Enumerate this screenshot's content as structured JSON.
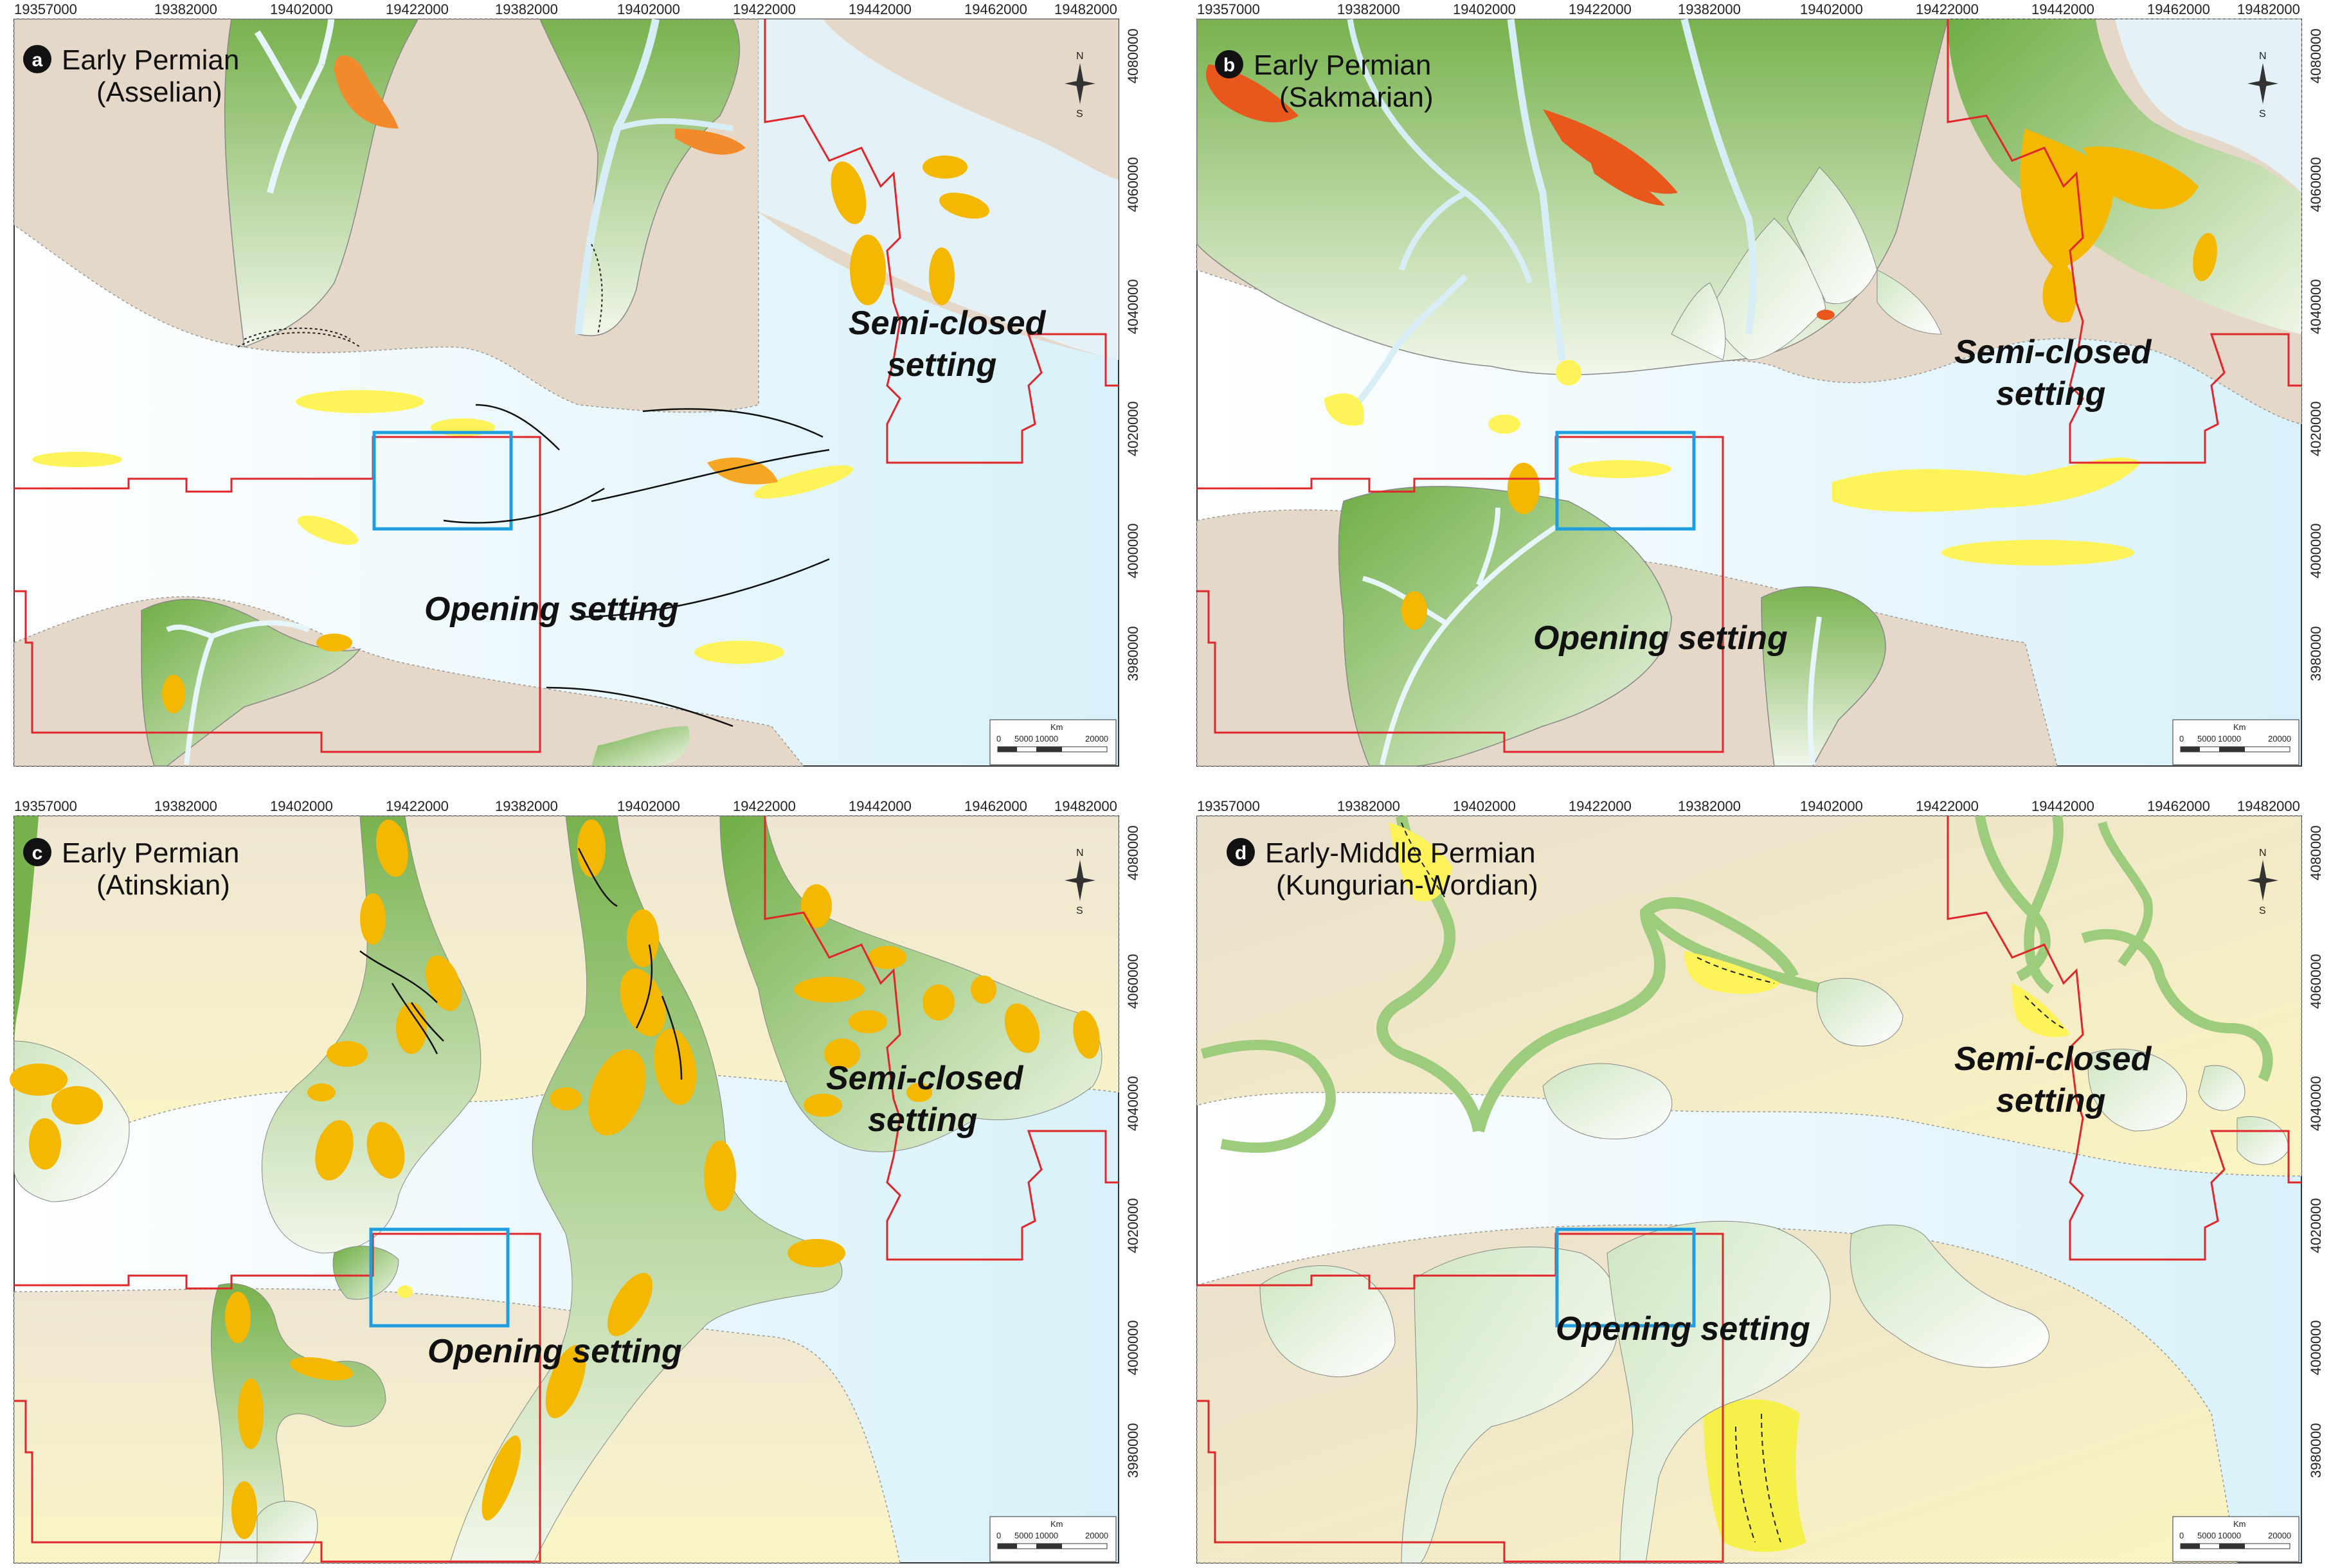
{
  "figure": {
    "panels": [
      {
        "id": "a",
        "title_line1": "Early Permian",
        "title_line2": "(Asselian)",
        "semi_line1": "Semi-closed",
        "semi_line2": "setting",
        "opening": "Opening setting"
      },
      {
        "id": "b",
        "title_line1": "Early Permian",
        "title_line2": "(Sakmarian)",
        "semi_line1": "Semi-closed",
        "semi_line2": "setting",
        "opening": "Opening setting"
      },
      {
        "id": "c",
        "title_line1": "Early Permian",
        "title_line2": "(Atinskian)",
        "semi_line1": "Semi-closed",
        "semi_line2": "setting",
        "opening": "Opening setting"
      },
      {
        "id": "d",
        "title_line1": "Early-Middle Permian",
        "title_line2": "(Kungurian-Wordian)",
        "semi_line1": "Semi-closed",
        "semi_line2": "setting",
        "opening": "Opening setting"
      }
    ],
    "x_ticks": [
      "19357000",
      "19382000",
      "19402000",
      "19422000",
      "19382000",
      "19402000",
      "19422000",
      "19442000",
      "19462000",
      "19482000"
    ],
    "y_ticks": [
      "4080000",
      "4060000",
      "4040000",
      "4020000",
      "4000000",
      "3980000"
    ],
    "compass": {
      "north": "N",
      "south": "S"
    },
    "scale_bar": {
      "unit": "Km",
      "labels": [
        "0",
        "5000",
        "10000",
        "20000"
      ]
    },
    "colors": {
      "land": "#e6d8c8",
      "channel_green": "#8fc36e",
      "water": "#dff3f9",
      "sand_orange": "#f5a623",
      "sand_yellow": "#fff35a",
      "boundary_red": "#e0262b",
      "study_box": "#1e9ee0"
    }
  }
}
